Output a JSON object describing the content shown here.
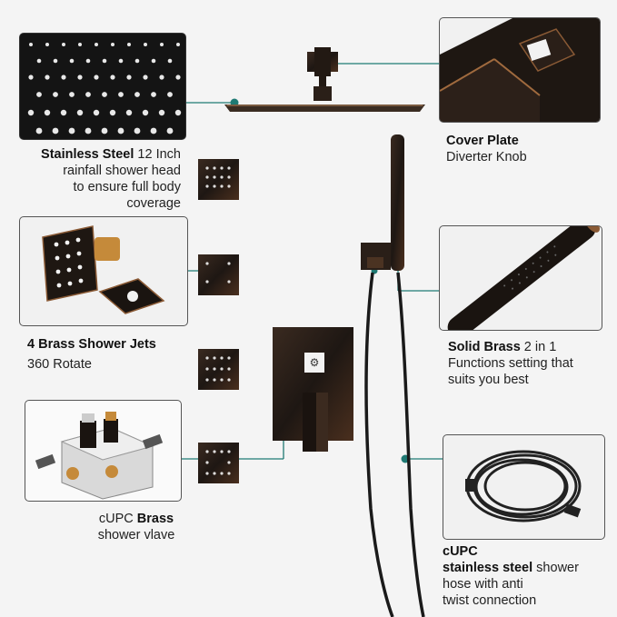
{
  "labels": {
    "head": {
      "strong": "Stainless Steel",
      "rest": " 12 Inch",
      "line2": "rainfall shower head",
      "line3": "to ensure full body",
      "line4": "coverage"
    },
    "plate": {
      "strong": "Cover Plate",
      "line2": "Diverter Knob"
    },
    "jets": {
      "strong": "4 Brass Shower Jets",
      "line2": "360 Rotate"
    },
    "brass": {
      "strong": "Solid Brass",
      "rest": " 2 in 1",
      "line2": "Functions setting that",
      "line3": "suits you best"
    },
    "valve": {
      "pre": "cUPC ",
      "strong": "Brass",
      "line2": "shower vlave"
    },
    "hose": {
      "line1": "cUPC",
      "strong": "stainless steel",
      "rest": "  shower",
      "line3": "hose with anti",
      "line4": "twist connection"
    }
  },
  "colors": {
    "accent": "#1f7a74",
    "metal": "#2a211c",
    "bronze": "#7a4a2a",
    "background": "#f4f4f4"
  }
}
